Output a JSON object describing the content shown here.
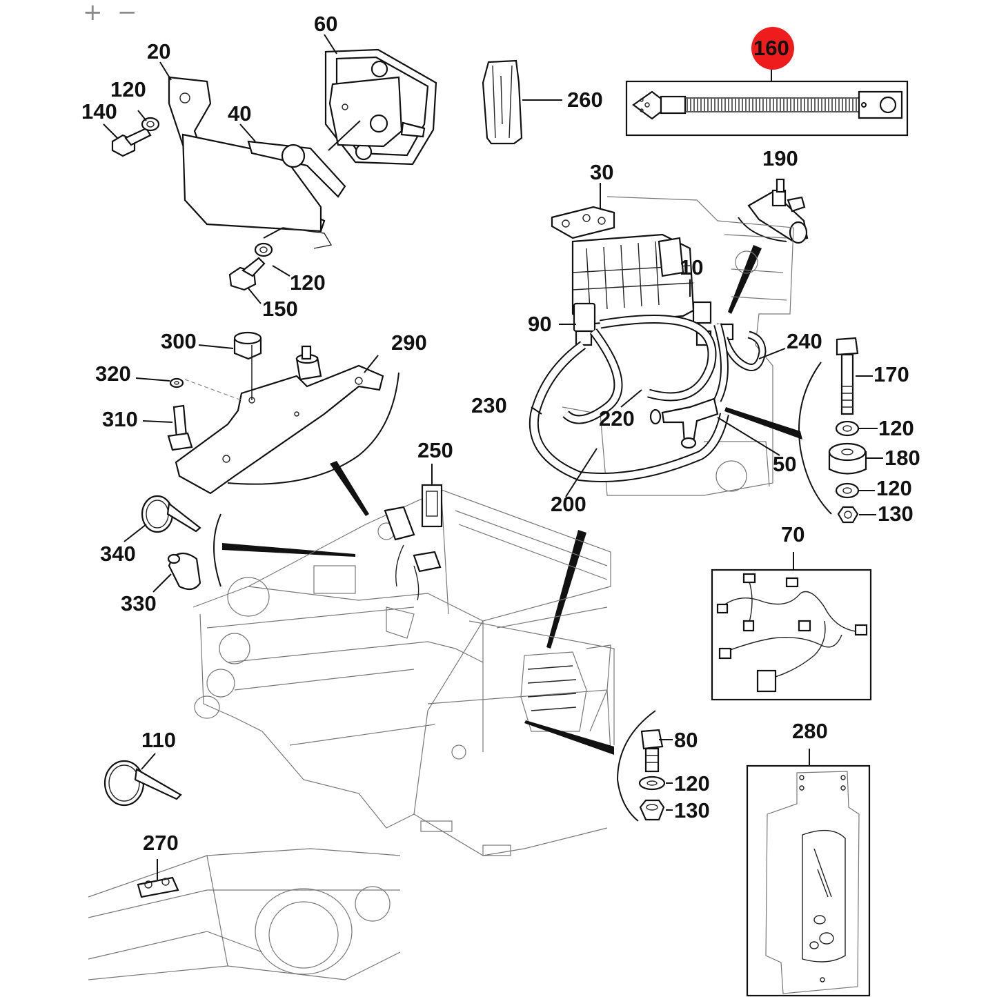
{
  "controls": {
    "zoom_in": "+",
    "zoom_out": "−"
  },
  "colors": {
    "highlight": "#ee1c1c",
    "ink": "#111111",
    "faint": "#777777"
  },
  "highlighted_label": "160",
  "labels": {
    "l10": "10",
    "l20": "20",
    "l30": "30",
    "l40": "40",
    "l50": "50",
    "l60": "60",
    "l70": "70",
    "l80": "80",
    "l90": "90",
    "l110": "110",
    "l120a": "120",
    "l120b": "120",
    "l120c": "120",
    "l120d": "120",
    "l120e": "120",
    "l130a": "130",
    "l130b": "130",
    "l140": "140",
    "l150": "150",
    "l160": "160",
    "l170": "170",
    "l180": "180",
    "l190": "190",
    "l200": "200",
    "l220": "220",
    "l230": "230",
    "l240": "240",
    "l250": "250",
    "l260": "260",
    "l270": "270",
    "l280": "280",
    "l290": "290",
    "l300": "300",
    "l310": "310",
    "l320": "320",
    "l330": "330",
    "l340": "340"
  }
}
